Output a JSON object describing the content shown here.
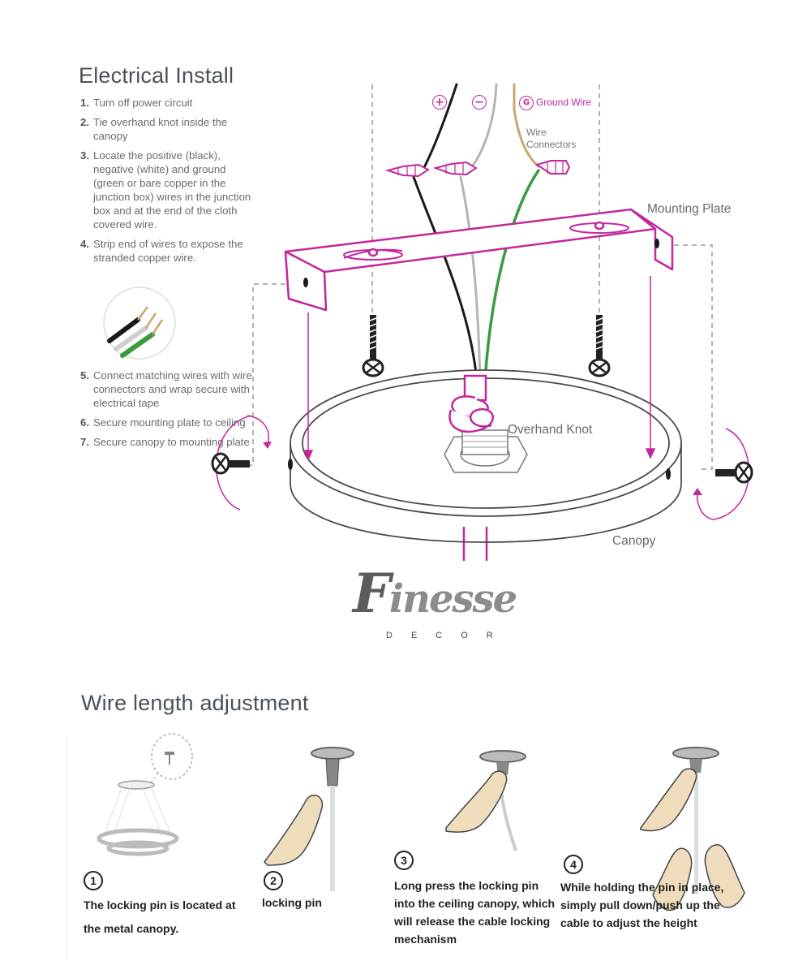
{
  "electrical": {
    "title": "Electrical Install",
    "steps_top": [
      {
        "num": "1.",
        "text": "Turn off power circuit"
      },
      {
        "num": "2.",
        "text": "Tie overhand knot inside the canopy"
      },
      {
        "num": "3.",
        "text": "Locate the positive (black), negative (white) and ground (green or bare copper in the junction box) wires in the junction box and at the end of the cloth covered wire."
      },
      {
        "num": "4.",
        "text": "Strip end of wires to expose the stranded copper wire."
      }
    ],
    "steps_bottom": [
      {
        "num": "5.",
        "text": "Connect matching wires with wire connectors and wrap secure with electrical tape"
      },
      {
        "num": "6.",
        "text": "Secure mounting plate to ceiling"
      },
      {
        "num": "7.",
        "text": "Secure canopy to mounting plate"
      }
    ],
    "labels": {
      "mounting_plate": "Mounting Plate",
      "overhand_knot": "Overhand Knot",
      "canopy": "Canopy",
      "wire_connectors": "Wire Connectors",
      "ground_wire": "Ground Wire",
      "plus": "+",
      "minus": "−",
      "ground": "G"
    }
  },
  "logo": {
    "initial": "F",
    "rest": "inesse",
    "sub": "DECOR"
  },
  "wire_adjust": {
    "title": "Wire length adjustment",
    "steps": [
      {
        "num": "1",
        "caption": "The locking pin is located at the metal canopy."
      },
      {
        "num": "2",
        "caption": "locking pin"
      },
      {
        "num": "3",
        "caption": "Long press the locking pin into the ceiling canopy, which will release the cable locking mechanism"
      },
      {
        "num": "4",
        "caption": "While holding the pin in place, simply pull down/push up the cable to adjust the height"
      }
    ]
  },
  "colors": {
    "accent_magenta": "#c2279c",
    "wire_green": "#3a9a3f",
    "wire_black": "#1a1a1a",
    "ground_tan": "#c8a76a",
    "skin": "#eedcbd"
  },
  "icons": [
    "screw-icon",
    "wire-connector-icon",
    "rotate-arrow-icon",
    "finger-icon"
  ]
}
